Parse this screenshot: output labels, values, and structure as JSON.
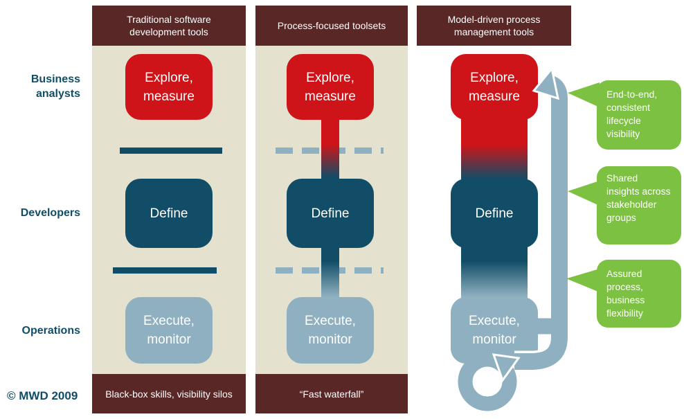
{
  "left_labels": [
    {
      "text": "Business analysts"
    },
    {
      "text": "Developers"
    },
    {
      "text": "Operations"
    }
  ],
  "columns": [
    {
      "header": "Traditional software development tools",
      "footer": "Black-box skills, visibility silos"
    },
    {
      "header": "Process-focused toolsets",
      "footer": "“Fast waterfall”"
    },
    {
      "header": "Model-driven process management tools"
    }
  ],
  "stages": [
    {
      "label": "Explore, measure"
    },
    {
      "label": "Define"
    },
    {
      "label": "Execute, monitor"
    }
  ],
  "callouts": [
    {
      "text": "End-to-end, consistent lifecycle visibility"
    },
    {
      "text": "Shared insights across stakeholder groups"
    },
    {
      "text": "Assured process, business flexibility"
    }
  ],
  "copyright": "© MWD 2009",
  "palette": {
    "maroon": "#5A2727",
    "beige": "#E5E1CF",
    "red": "#CE1418",
    "teal": "#114D66",
    "light_blue": "#8FB0C0",
    "green": "#7DC142",
    "label_text": "#114D66",
    "box_text": "#FFFFFF"
  }
}
